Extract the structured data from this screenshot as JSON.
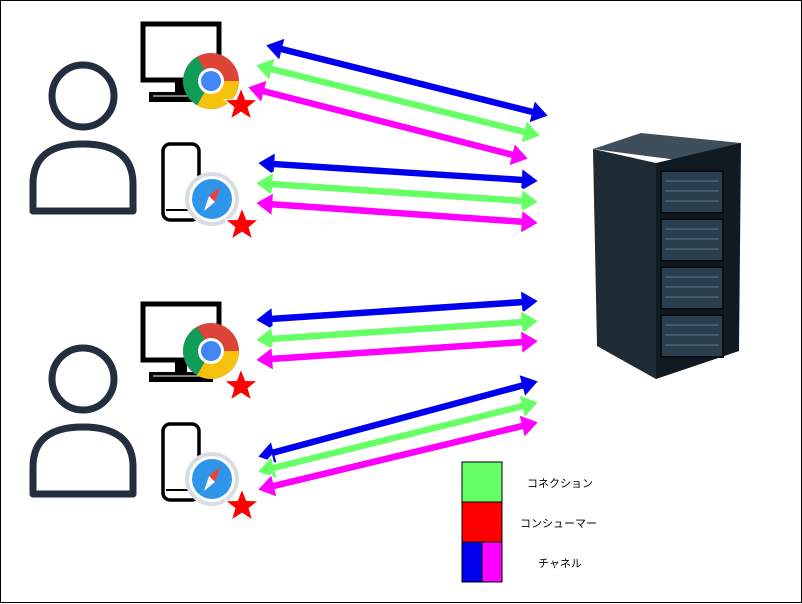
{
  "colors": {
    "blue": "#0000ee",
    "green": "#66ff66",
    "magenta": "#ff00ff",
    "red": "#ff0000",
    "user_stroke": "#232f3e"
  },
  "icons": [
    "user-icon",
    "desktop-monitor-icon",
    "chrome-icon",
    "smartphone-icon",
    "safari-icon",
    "star-icon",
    "server-rack-icon"
  ],
  "legend": [
    {
      "label": "コネクション"
    },
    {
      "label": "コンシューマー"
    },
    {
      "label": "チャネル"
    }
  ]
}
